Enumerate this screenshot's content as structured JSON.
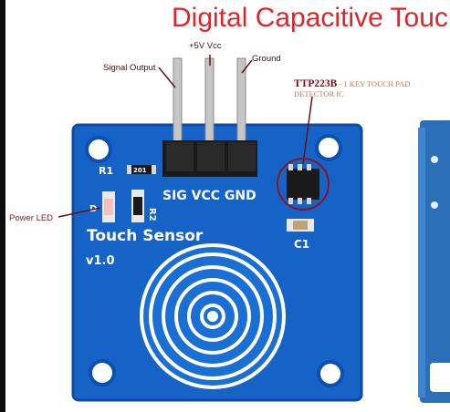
{
  "title": "Digital Capacitive Touch",
  "labels": {
    "signal_output": "Signal Output",
    "vcc": "+5V Vcc",
    "ground": "Ground",
    "power_led": "Power LED"
  },
  "ic": {
    "name": "TTP223B",
    "separator": " - ",
    "description": "1 KEY TOUCH PAD DETECTOR IC"
  },
  "silkscreen": {
    "pins": "SIG VCC GND",
    "r1": "R1",
    "r1_value": "201",
    "led": "D",
    "led_resistor": "R2",
    "c1": "C1",
    "product": "Touch Sensor",
    "version": "v1.0"
  },
  "colors": {
    "title": "#e0242a",
    "pcb": "#1663c8",
    "pcb_dark": "#0e4aa6",
    "silkscreen": "#ffffff",
    "header_pins": "#b8b8b8",
    "annotation_circle": "#8a1420"
  }
}
